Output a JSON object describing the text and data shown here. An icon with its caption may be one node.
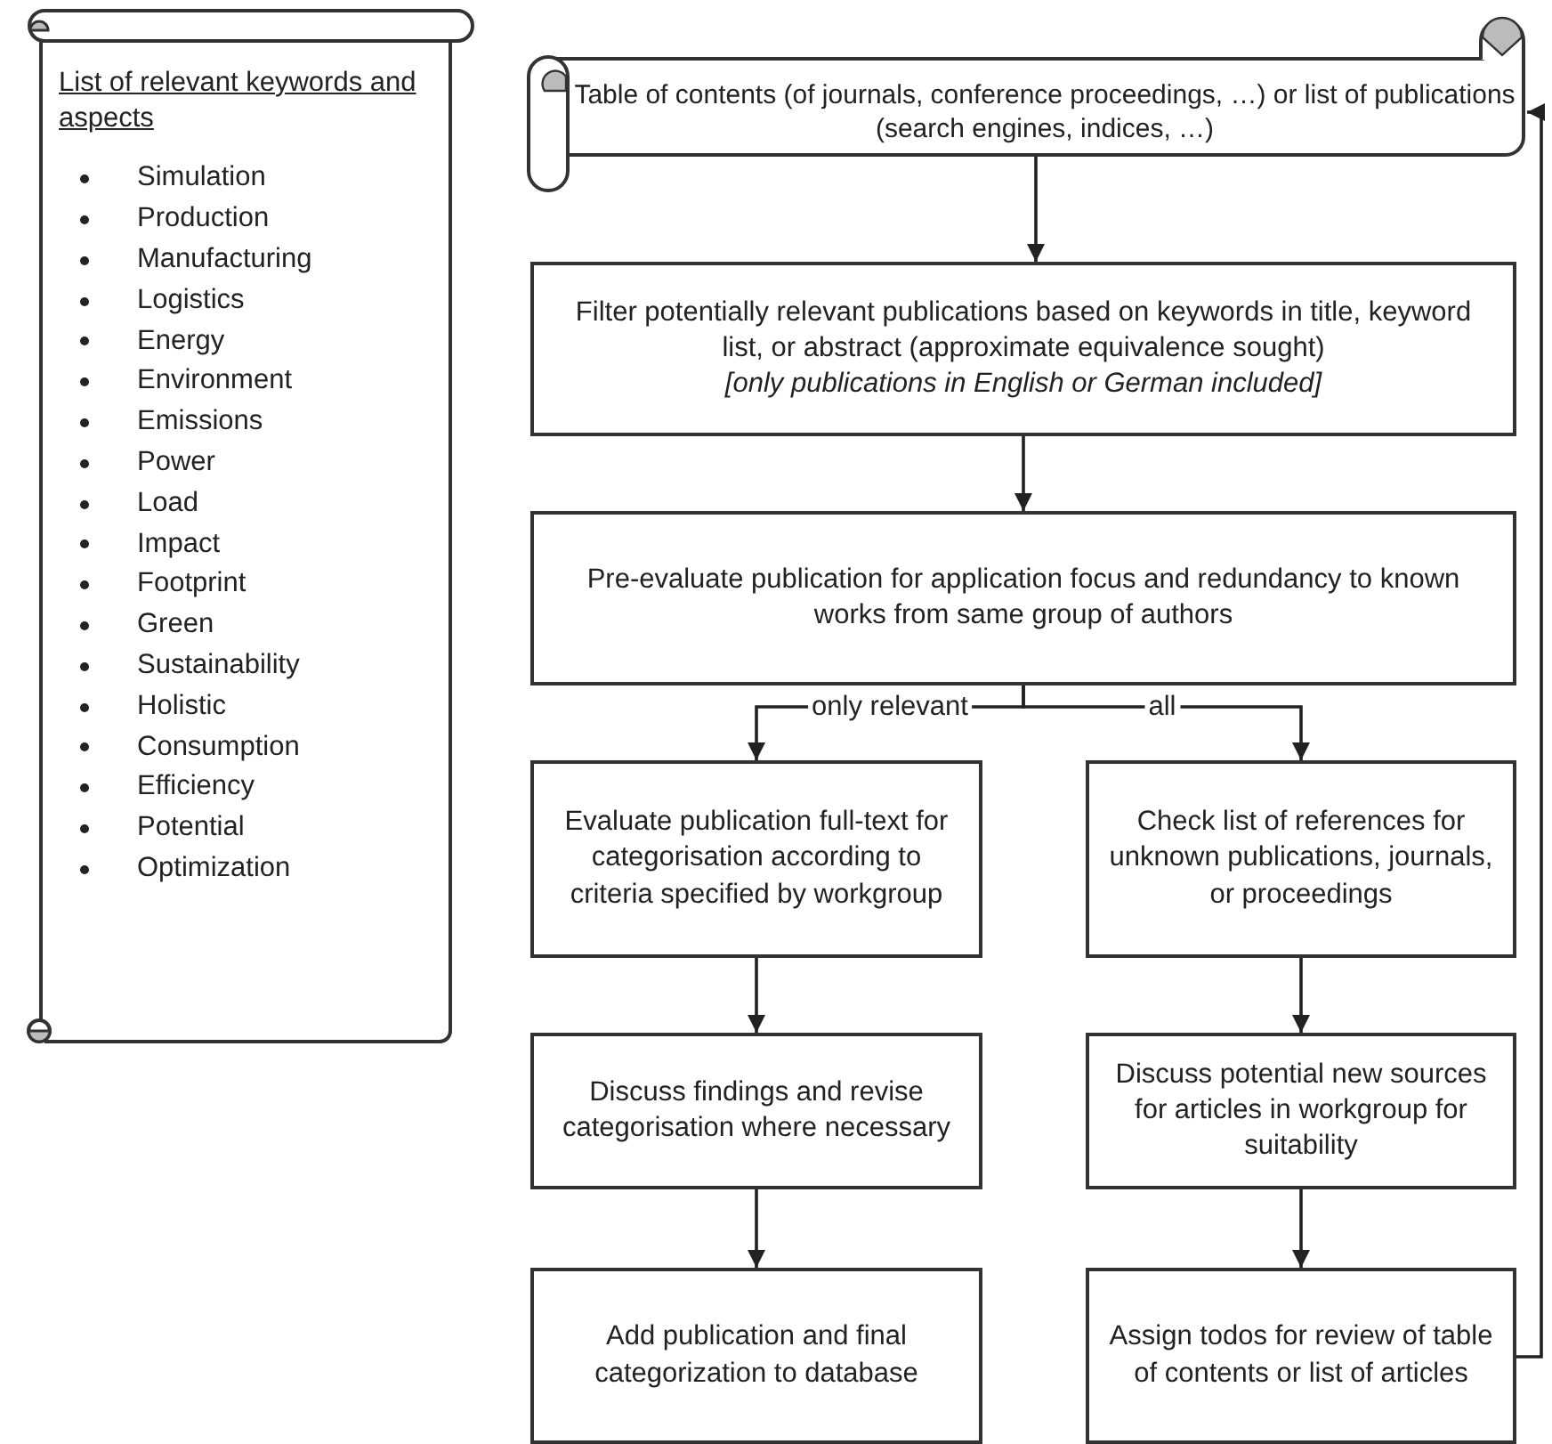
{
  "diagram": {
    "nodes": [
      {
        "text": [
          "List of relevant keywords and aspects",
          "Simulation",
          "Production",
          "Manufacturing",
          "Logistics",
          "Energy",
          "Environment",
          "Emissions",
          "Power",
          "Load",
          "Impact",
          "Footprint",
          "Green",
          "Sustainability",
          "Holistic",
          "Consumption",
          "Efficiency",
          "Potential",
          "Optimization"
        ]
      },
      {
        "text": [
          "Table of contents (of journals, conference proceedings, …) or list of publications (search engines, indices, …)"
        ]
      },
      {
        "text": [
          "Filter potentially relevant publications based on keywords in title, keyword list, or abstract (approximate equivalence sought)",
          "[only publications in English or German included]"
        ]
      },
      {
        "text": [
          "Pre-evaluate publication for application focus and redundancy to known works from same group of authors"
        ]
      },
      {
        "text": [
          "Evaluate publication full-text for categorisation according to criteria specified by workgroup"
        ]
      },
      {
        "text": [
          "Check list of references for unknown publications, journals, or proceedings"
        ]
      },
      {
        "text": [
          "Discuss findings and revise categorisation where necessary"
        ]
      },
      {
        "text": [
          "Discuss potential new sources for articles in workgroup for suitability"
        ]
      },
      {
        "text": [
          "Add publication and final categorization to database"
        ]
      },
      {
        "text": [
          "Assign todos for review of table of contents or list of articles"
        ]
      }
    ],
    "edges": [
      {
        "from": 1,
        "to": 2,
        "arrow": "to"
      },
      {
        "from": 2,
        "to": 3,
        "arrow": "to"
      },
      {
        "from": 3,
        "to": 4,
        "arrow": "to",
        "label": "only relevant"
      },
      {
        "from": 3,
        "to": 5,
        "arrow": "to",
        "label": "all"
      },
      {
        "from": 4,
        "to": 6,
        "arrow": "to"
      },
      {
        "from": 5,
        "to": 7,
        "arrow": "to"
      },
      {
        "from": 6,
        "to": 8,
        "arrow": "to"
      },
      {
        "from": 7,
        "to": 9,
        "arrow": "to"
      },
      {
        "from": 9,
        "to": 1,
        "arrow": "to"
      }
    ]
  }
}
